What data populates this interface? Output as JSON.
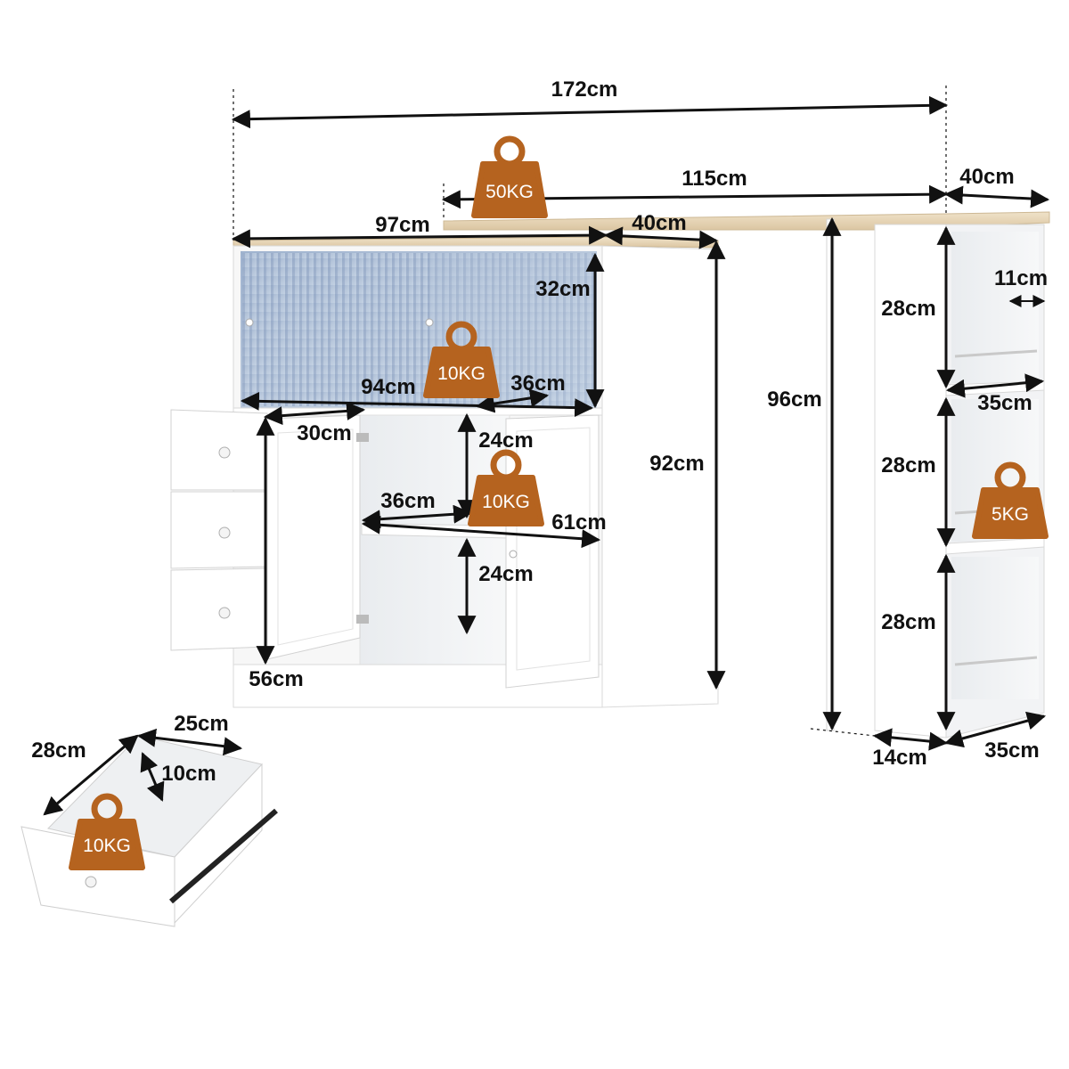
{
  "colors": {
    "weight_badge": "#b5631f",
    "wood_top": "#ead9bd",
    "cabinet_white": "#ffffff",
    "glass_blue": "#8fa6c6",
    "dimension_line": "#111111"
  },
  "overall": {
    "total_width": "172cm",
    "desk_top_length": "115cm",
    "desk_top_depth": "40cm",
    "cabinet_top_width": "97cm",
    "cabinet_depth": "40cm"
  },
  "cabinet": {
    "glass_height": "32cm",
    "glass_inner_width": "94cm",
    "glass_inner_depth": "36cm",
    "height": "92cm",
    "drawer_unit_width": "30cm",
    "drawer_unit_height": "56cm",
    "upper_compartment_height": "24cm",
    "lower_compartment_height": "24cm",
    "shelf_depth": "36cm",
    "inner_width": "61cm"
  },
  "desk_side": {
    "desk_height": "96cm",
    "side_shelf_inner_width": "11cm",
    "shelf1_height": "28cm",
    "shelf2_height": "28cm",
    "shelf3_height": "28cm",
    "shelf_depth": "35cm",
    "base_depth": "35cm",
    "leg_width": "14cm"
  },
  "drawer": {
    "depth": "28cm",
    "width": "25cm",
    "height": "10cm"
  },
  "weights": {
    "desk_top": "50KG",
    "glass_compartment": "10KG",
    "cabinet_shelf": "10KG",
    "side_shelf": "5KG",
    "drawer": "10KG"
  }
}
